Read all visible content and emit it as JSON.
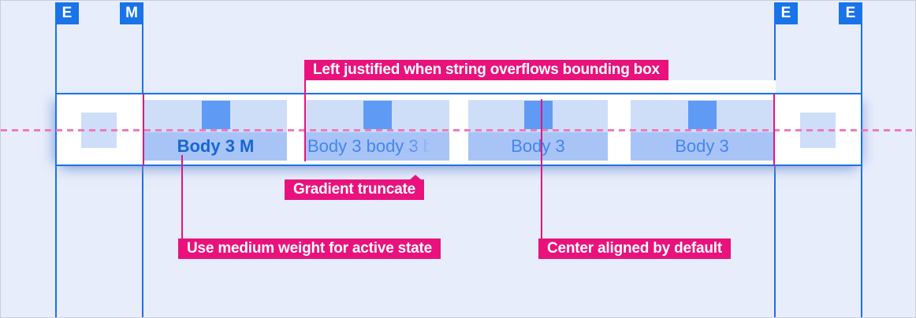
{
  "markers": {
    "edge_left": "E",
    "margin_left": "M",
    "edge_right_inner": "E",
    "edge_right_outer": "E"
  },
  "tab_bar": {
    "tabs": [
      {
        "label": "Body 3 M",
        "state": "active",
        "alignment": "center"
      },
      {
        "label_visible": "Body 3 body ",
        "label_truncated": "3 b",
        "state": "overflow",
        "alignment": "left"
      },
      {
        "label": "Body 3",
        "state": "default",
        "alignment": "center"
      },
      {
        "label": "Body 3",
        "state": "default",
        "alignment": "center"
      }
    ]
  },
  "annotations": {
    "left_justified": "Left justified when string overflows bounding box",
    "gradient_truncate": "Gradient truncate",
    "medium_weight": "Use medium weight for active state",
    "center_aligned": "Center aligned by default"
  },
  "colors": {
    "accent_blue": "#1a73e8",
    "annotation_pink": "#e9127c",
    "baseline_pink": "#f07abc",
    "tab_text_blue": "#4285f4",
    "active_text_blue": "#1765d2",
    "icon_fill_blue": "#5f9af5",
    "icon_area_blue": "#cedef9",
    "label_area_blue": "#a8c4f7",
    "background": "#e8edfb"
  }
}
